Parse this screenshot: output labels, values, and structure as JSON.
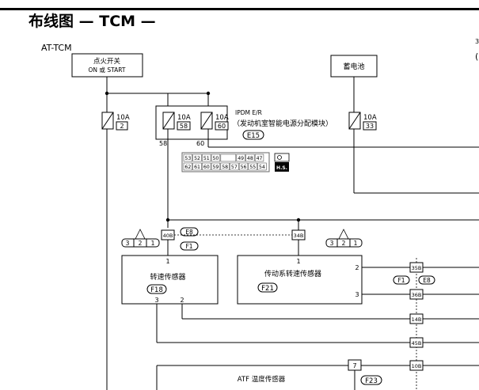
{
  "page": {
    "title": "布线图 — TCM —",
    "subtitle": "AT-TCM"
  },
  "ignition": {
    "line1": "点火开关",
    "line2": "ON 或 START"
  },
  "battery": {
    "label": "蓄电池"
  },
  "fuses": [
    {
      "amp": "10A",
      "num": "2"
    },
    {
      "amp": "10A",
      "num": "58"
    },
    {
      "amp": "10A",
      "num": "60"
    },
    {
      "amp": "10A",
      "num": "33"
    }
  ],
  "ipdm": {
    "line1": "IPDM E/R",
    "line2": "（发动机室智能电源分配模块）",
    "code": "E15",
    "pin_left": "58",
    "pin_right": "60"
  },
  "connector_table": {
    "row1": [
      "53",
      "52",
      "51",
      "50",
      "",
      "49",
      "48",
      "47"
    ],
    "row2": [
      "62",
      "61",
      "60",
      "59",
      "58",
      "57",
      "56",
      "55",
      "54"
    ],
    "badge": "H.S."
  },
  "connectors": {
    "c1": "40B",
    "c1_upper": "E8",
    "c1_lower": "F1",
    "c2": "34B",
    "c3": "35B",
    "c4": "36B",
    "c5": "14B",
    "c6": "45B",
    "c7": "10B",
    "c8": "7",
    "mid_left": "F1",
    "mid_right": "E8"
  },
  "pin_groups": {
    "left": [
      "3",
      "2",
      "1"
    ],
    "right": [
      "3",
      "2",
      "1"
    ]
  },
  "speed_sensor": {
    "label": "转速传感器",
    "code": "F18",
    "pin_top": "1",
    "pin_bl": "3",
    "pin_br": "2"
  },
  "drivetrain_sensor": {
    "label": "传动系转速传感器",
    "code": "F21",
    "pin_top": "1",
    "pin_r1": "2",
    "pin_r2": "3"
  },
  "atf_sensor": {
    "label": "ATF 温度传感器",
    "code": "F23"
  },
  "edge_marks": {
    "top": "3",
    "mid": "("
  }
}
